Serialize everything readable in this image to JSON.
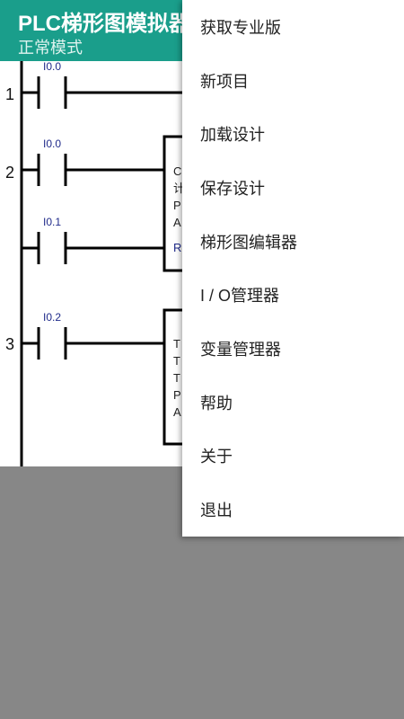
{
  "app": {
    "title": "PLC梯形图模拟器",
    "subtitle": "正常模式",
    "accent_color": "#1a9e8b"
  },
  "ladder": {
    "rungs": [
      {
        "number": "1",
        "contacts": [
          "I0.0"
        ]
      },
      {
        "number": "2",
        "contacts": [
          "I0.0",
          "I0.1"
        ],
        "block_lines": [
          "C",
          "计",
          "P",
          "A",
          "R"
        ]
      },
      {
        "number": "3",
        "contacts": [
          "I0.2"
        ],
        "block_lines": [
          "T",
          "T",
          "T",
          "P",
          "A"
        ]
      }
    ]
  },
  "menu": {
    "items": [
      {
        "label": "获取专业版"
      },
      {
        "label": "新项目"
      },
      {
        "label": "加载设计"
      },
      {
        "label": "保存设计"
      },
      {
        "label": "梯形图编辑器"
      },
      {
        "label": "I / O管理器"
      },
      {
        "label": "变量管理器"
      },
      {
        "label": "帮助"
      },
      {
        "label": "关于"
      },
      {
        "label": "退出"
      }
    ]
  }
}
